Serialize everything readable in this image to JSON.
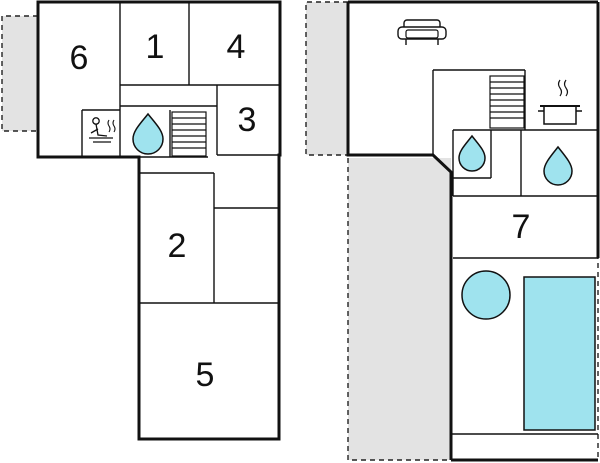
{
  "plan": {
    "ground_floor": {
      "rooms": [
        {
          "id": "room-6",
          "label": "6"
        },
        {
          "id": "room-1",
          "label": "1"
        },
        {
          "id": "room-4",
          "label": "4"
        },
        {
          "id": "room-3",
          "label": "3"
        },
        {
          "id": "room-2",
          "label": "2"
        },
        {
          "id": "room-5",
          "label": "5"
        }
      ],
      "icons": [
        "sauna-icon",
        "water-drop-icon",
        "stairs-icon"
      ]
    },
    "upper_floor": {
      "rooms": [
        {
          "id": "room-7",
          "label": "7"
        }
      ],
      "icons": [
        "sofa-icon",
        "cooking-pot-icon",
        "water-drop-icon",
        "stairs-icon",
        "round-table-icon",
        "pool-icon"
      ]
    },
    "colors": {
      "wall": "#111111",
      "shaded_area": "#e3e3e3",
      "water": "#9fe3ee"
    }
  }
}
